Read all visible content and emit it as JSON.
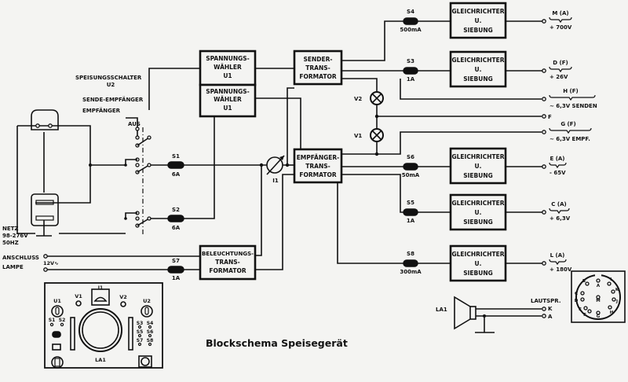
{
  "title": "Blockschema Speisegerät",
  "power_switch": {
    "label_line1": "SPEISUNGSSCHALTER",
    "label_line2": "U2",
    "positions": [
      "SENDE-EMPFÄNGER",
      "EMPFÄNGER",
      "AUS"
    ]
  },
  "mains": {
    "label_line1": "NETZ",
    "label_line2": "98-276V",
    "label_line3": "50HZ"
  },
  "lamp_connection": {
    "label_line1": "ANSCHLUSS",
    "label_line2": "LAMPE",
    "voltage": "12V∿"
  },
  "blocks": {
    "voltage_selector_1": [
      "SPANNUNGS-",
      "WÄHLER",
      "U1"
    ],
    "voltage_selector_2": [
      "SPANNUNGS-",
      "WÄHLER",
      "U1"
    ],
    "transmitter_transformer": [
      "SENDER-",
      "TRANS-",
      "FORMATOR"
    ],
    "receiver_transformer": [
      "EMPFÄNGER-",
      "TRANS-",
      "FORMATOR"
    ],
    "lighting_transformer": [
      "BELEUCHTUNGS-",
      "TRANS-",
      "FORMATOR"
    ]
  },
  "meter": {
    "label": "I1"
  },
  "lamps": [
    {
      "label": "V2"
    },
    {
      "label": "V1"
    }
  ],
  "fuses": [
    {
      "id": "S1",
      "rating": "6A"
    },
    {
      "id": "S2",
      "rating": "6A"
    },
    {
      "id": "S3",
      "rating": "1A"
    },
    {
      "id": "S4",
      "rating": "500mA"
    },
    {
      "id": "S5",
      "rating": "1A"
    },
    {
      "id": "S6",
      "rating": "50mA"
    },
    {
      "id": "S7",
      "rating": "1A"
    },
    {
      "id": "S8",
      "rating": "300mA"
    }
  ],
  "rectifier_label": [
    "GLEICHRICHTER",
    "U.",
    "SIEBUNG"
  ],
  "outputs": [
    {
      "pin": "M (A)",
      "value": "+ 700V"
    },
    {
      "pin": "D (F)",
      "value": "+ 26V"
    },
    {
      "pin": "H (F)",
      "value": "~ 6,3V SENDEN"
    },
    {
      "pin": "F",
      "value": ""
    },
    {
      "pin": "G (F)",
      "value": "~ 6,3V EMPF."
    },
    {
      "pin": "E (A)",
      "value": "- 65V"
    },
    {
      "pin": "C (A)",
      "value": "+ 6,3V"
    },
    {
      "pin": "L (A)",
      "value": "+ 180V"
    }
  ],
  "speaker": {
    "label": "LA1",
    "output_label": "LAUTSPR.",
    "pins": [
      "K",
      "A"
    ]
  },
  "connector_pins": [
    "B",
    "A",
    "L",
    "K",
    "C",
    "D",
    "M",
    "J",
    "E",
    "F",
    "G",
    "H"
  ],
  "front_panel": {
    "meter": "I1",
    "lamps": [
      "V1",
      "V2"
    ],
    "selectors": [
      "U1",
      "U2"
    ],
    "fuses_left": [
      "S1",
      "S2"
    ],
    "fuses_right": [
      "S3",
      "S4",
      "S5",
      "S6",
      "S7",
      "S8"
    ],
    "speaker": "LA1"
  }
}
